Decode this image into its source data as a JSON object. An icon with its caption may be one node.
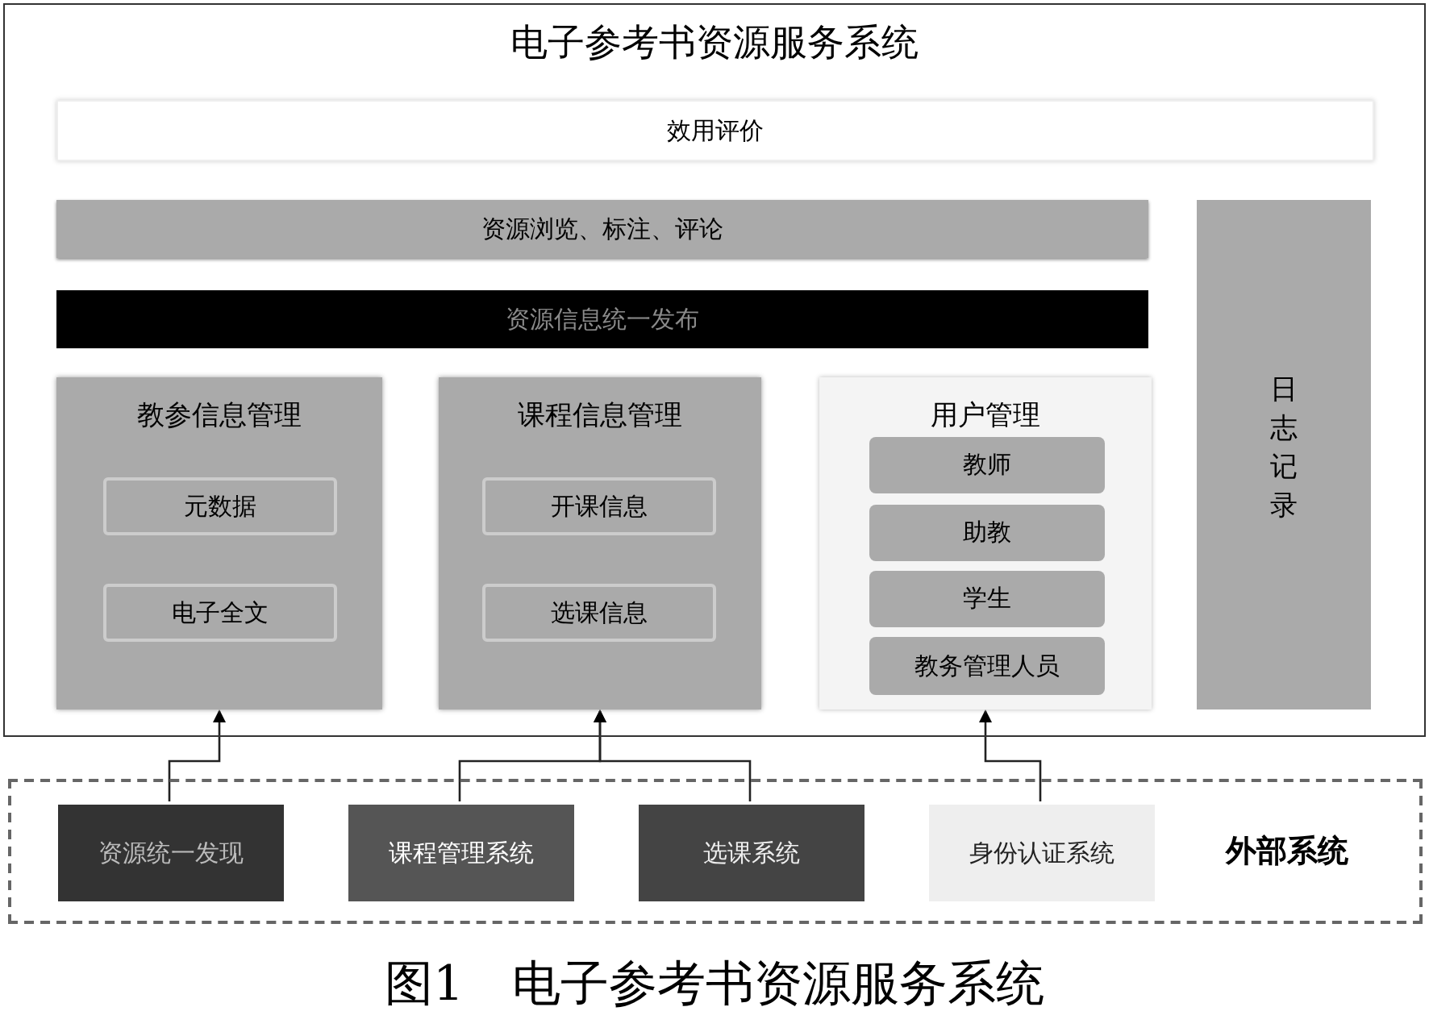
{
  "diagram": {
    "caption": "图1　电子参考书资源服务系统",
    "nodes": [
      {
        "text": [
          "电子参考书资源服务系统"
        ]
      },
      {
        "text": [
          "效用评价"
        ],
        "in": 0
      },
      {
        "text": [
          "资源浏览、标注、评论"
        ],
        "in": 0
      },
      {
        "text": [
          "资源信息统一发布"
        ],
        "in": 0
      },
      {
        "text": [
          "日志记录"
        ],
        "in": 0
      },
      {
        "text": [
          "教参信息管理"
        ],
        "in": 0
      },
      {
        "text": [
          "元数据"
        ],
        "in": 5
      },
      {
        "text": [
          "电子全文"
        ],
        "in": 5
      },
      {
        "text": [
          "课程信息管理"
        ],
        "in": 0
      },
      {
        "text": [
          "开课信息"
        ],
        "in": 8
      },
      {
        "text": [
          "选课信息"
        ],
        "in": 8
      },
      {
        "text": [
          "用户管理"
        ],
        "in": 0
      },
      {
        "text": [
          "教师"
        ],
        "in": 11
      },
      {
        "text": [
          "助教"
        ],
        "in": 11
      },
      {
        "text": [
          "学生"
        ],
        "in": 11
      },
      {
        "text": [
          "教务管理人员"
        ],
        "in": 11
      },
      {
        "text": [
          "外部系统"
        ]
      },
      {
        "text": [
          "资源统一发现"
        ],
        "in": 16
      },
      {
        "text": [
          "课程管理系统"
        ],
        "in": 16
      },
      {
        "text": [
          "选课系统"
        ],
        "in": 16
      },
      {
        "text": [
          "身份认证系统"
        ],
        "in": 16
      }
    ],
    "edges": [
      {
        "from": 17,
        "to": 5,
        "arrow": "to"
      },
      {
        "from": 18,
        "to": 8,
        "arrow": "to"
      },
      {
        "from": 19,
        "to": 8,
        "arrow": "to"
      },
      {
        "from": 20,
        "to": 11,
        "arrow": "to"
      }
    ]
  }
}
